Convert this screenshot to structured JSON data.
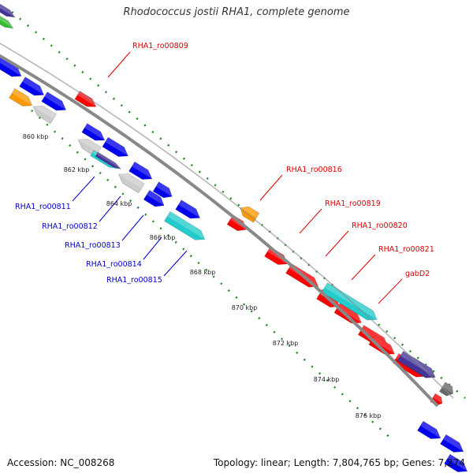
{
  "title": "Rhodococcus jostii RHA1, complete genome",
  "footer": {
    "accession": "Accession: NC_008268",
    "summary": "Topology: linear; Length: 7,804,765 bp; Genes: 7,274"
  },
  "colors": {
    "red": "#ff0000",
    "blue": "#0000ee",
    "orange": "#ff9900",
    "cyan": "#22cccc",
    "gray": "#cccccc",
    "darkgray": "#666666",
    "navy": "#443399",
    "green": "#33bb33",
    "axis": "#888888",
    "tick": "#228822",
    "label_red": "#dd0000",
    "label_blue": "#0000cc"
  },
  "ticks": [
    {
      "label": "860 kbp"
    },
    {
      "label": "862 kbp"
    },
    {
      "label": "864 kbp"
    },
    {
      "label": "866 kbp"
    },
    {
      "label": "868 kbp"
    },
    {
      "label": "870 kbp"
    },
    {
      "label": "872 kbp"
    },
    {
      "label": "874 kbp"
    },
    {
      "label": "876 kbp"
    }
  ],
  "gene_labels": [
    {
      "text": "RHA1_ro00809",
      "color": "red"
    },
    {
      "text": "RHA1_ro00816",
      "color": "red"
    },
    {
      "text": "RHA1_ro00819",
      "color": "red"
    },
    {
      "text": "RHA1_ro00820",
      "color": "red"
    },
    {
      "text": "RHA1_ro00821",
      "color": "red"
    },
    {
      "text": "gabD2",
      "color": "red"
    },
    {
      "text": "RHA1_ro00811",
      "color": "blue"
    },
    {
      "text": "RHA1_ro00812",
      "color": "blue"
    },
    {
      "text": "RHA1_ro00813",
      "color": "blue"
    },
    {
      "text": "RHA1_ro00814",
      "color": "blue"
    },
    {
      "text": "RHA1_ro00815",
      "color": "blue"
    }
  ]
}
